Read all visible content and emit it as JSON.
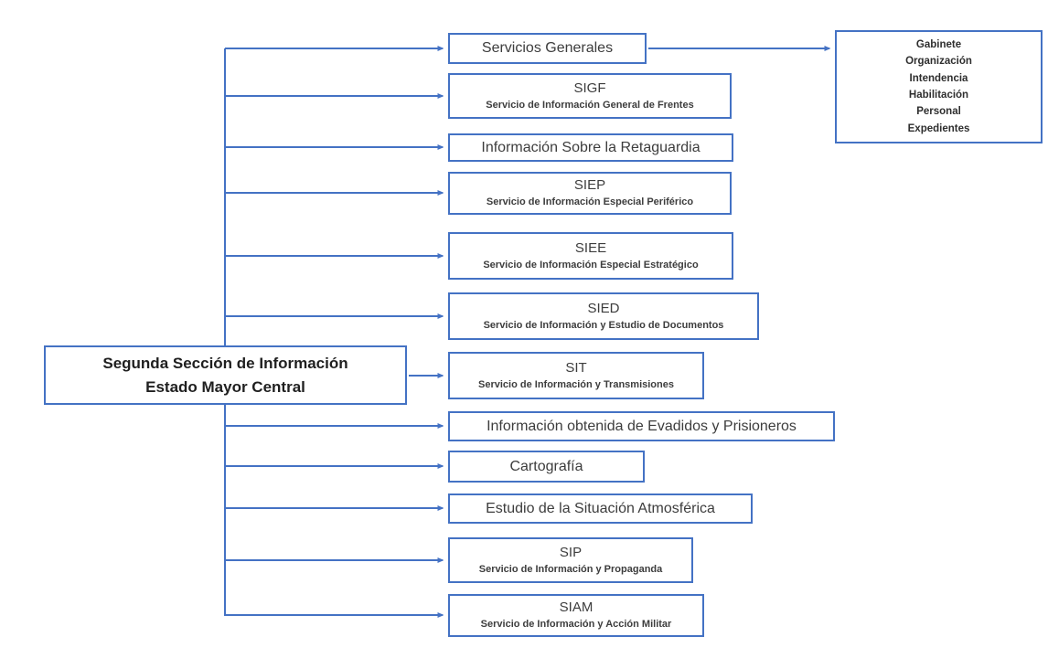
{
  "colors": {
    "line": "#4472C4",
    "box_border": "#4472C4",
    "box_fill": "#ffffff",
    "text": "#3d3d3d"
  },
  "root": {
    "line1": "Segunda Sección de Información",
    "line2": "Estado Mayor Central"
  },
  "rows": [
    {
      "title": "Servicios Generales"
    },
    {
      "title": "SIGF",
      "subtitle": "Servicio de Información General de Frentes"
    },
    {
      "title": "Información Sobre la Retaguardia"
    },
    {
      "title": "SIEP",
      "subtitle": "Servicio de Información Especial Periférico"
    },
    {
      "title": "SIEE",
      "subtitle": "Servicio de Información Especial Estratégico"
    },
    {
      "title": "SIED",
      "subtitle": "Servicio de Información y Estudio de Documentos"
    },
    {
      "title": "SIT",
      "subtitle": "Servicio de Información y Transmisiones"
    },
    {
      "title": "Información obtenida de Evadidos y Prisioneros"
    },
    {
      "title": "Cartografía"
    },
    {
      "title": "Estudio de la Situación Atmosférica"
    },
    {
      "title": "SIP",
      "subtitle": "Servicio de Información y Propaganda"
    },
    {
      "title": "SIAM",
      "subtitle": "Servicio de Información y Acción Militar"
    }
  ],
  "annex": {
    "items": [
      "Gabinete",
      "Organización",
      "Intendencia",
      "Habilitación",
      "Personal",
      "Expedientes"
    ]
  }
}
